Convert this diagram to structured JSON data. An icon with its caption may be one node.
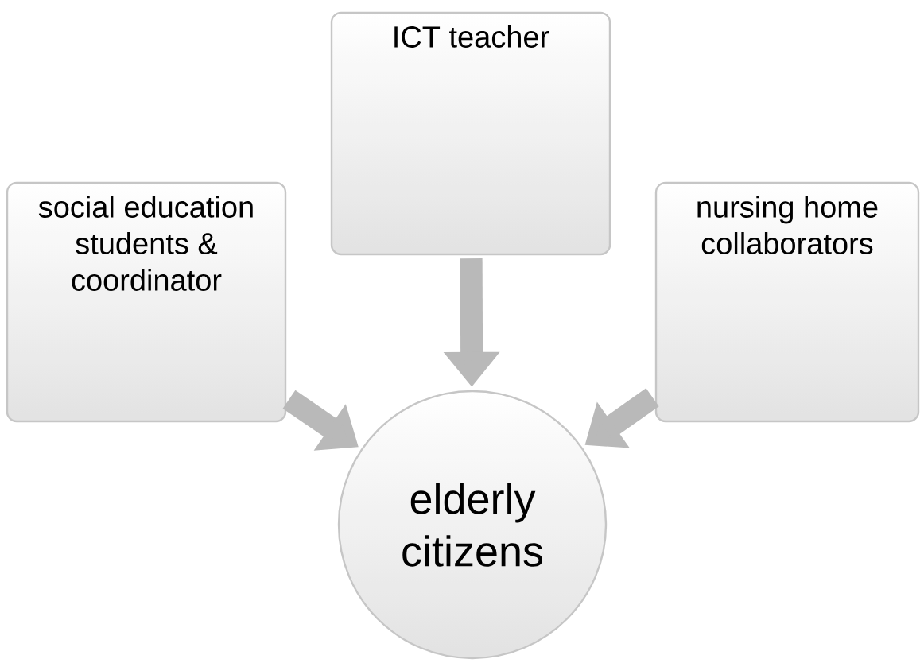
{
  "diagram": {
    "nodes": [
      {
        "text": [
          "social education students & coordinator"
        ]
      },
      {
        "text": [
          "ICT teacher"
        ]
      },
      {
        "text": [
          "nursing home collaborators"
        ]
      },
      {
        "text": [
          "elderly citizens"
        ]
      }
    ],
    "edges": [
      {
        "from": 0,
        "to": 3,
        "arrow": "to"
      },
      {
        "from": 1,
        "to": 3,
        "arrow": "to"
      },
      {
        "from": 2,
        "to": 3,
        "arrow": "to"
      }
    ]
  }
}
